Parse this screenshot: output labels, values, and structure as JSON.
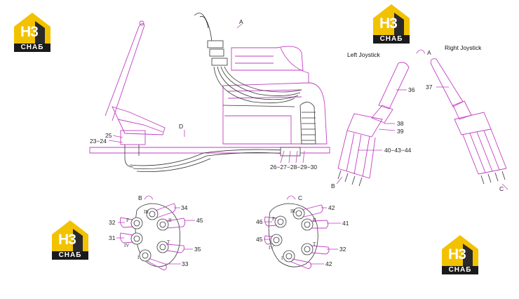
{
  "logo": {
    "mark": "H3",
    "name": "CHAБ"
  },
  "titles": {
    "left_joystick": "Left Joystick",
    "right_joystick": "Right Joystick"
  },
  "views": {
    "a": "A",
    "b": "B",
    "c": "C",
    "d": "D"
  },
  "callouts": {
    "c23_24": "23−24",
    "c25": "25",
    "c26_30": "26−27−28−29−30",
    "c36": "36",
    "c37": "37",
    "c38": "38",
    "c39": "39",
    "c40_44": "40−43−44",
    "b34": "34",
    "b32": "32",
    "b45": "45",
    "b31": "31",
    "b35": "35",
    "b33": "33",
    "c42a": "42",
    "c46": "46",
    "c41": "41",
    "c45": "45",
    "c32": "32",
    "c42b": "42"
  },
  "ports": {
    "p": "P",
    "t": "T",
    "i": "I",
    "ii": "II",
    "iii": "III",
    "iv": "IV"
  }
}
